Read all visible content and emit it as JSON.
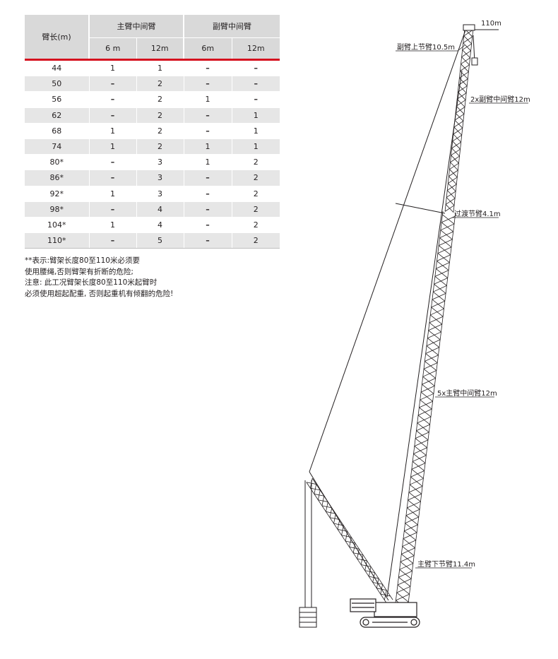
{
  "table": {
    "row_header": "臂长(m)",
    "groups": [
      {
        "label": "主臂中间臂",
        "subs": [
          "6 m",
          "12m"
        ]
      },
      {
        "label": "副臂中间臂",
        "subs": [
          "6m",
          "12m"
        ]
      }
    ],
    "rows": [
      [
        "44",
        "1",
        "1",
        "–",
        "–"
      ],
      [
        "50",
        "–",
        "2",
        "–",
        "–"
      ],
      [
        "56",
        "–",
        "2",
        "1",
        "–"
      ],
      [
        "62",
        "–",
        "2",
        "–",
        "1"
      ],
      [
        "68",
        "1",
        "2",
        "–",
        "1"
      ],
      [
        "74",
        "1",
        "2",
        "1",
        "1"
      ],
      [
        "80*",
        "–",
        "3",
        "1",
        "2"
      ],
      [
        "86*",
        "–",
        "3",
        "–",
        "2"
      ],
      [
        "92*",
        "1",
        "3",
        "–",
        "2"
      ],
      [
        "98*",
        "–",
        "4",
        "–",
        "2"
      ],
      [
        "104*",
        "1",
        "4",
        "–",
        "2"
      ],
      [
        "110*",
        "–",
        "5",
        "–",
        "2"
      ]
    ]
  },
  "notes": [
    "**表示:臂架长度80至110米必须要",
    "使用腰绳,否则臂架有折断的危险;",
    "注意: 此工况臂架长度80至110米起臂时",
    "必须使用超起配重, 否则起重机有倾翻的危险!"
  ],
  "crane": {
    "labels": {
      "top": "110m",
      "jib_top": "副臂上节臂10.5m",
      "jib_mid": "2x副臂中间臂12m",
      "transition": "过渡节臂4.1m",
      "main_mid": "5x主臂中间臂12m",
      "main_bottom": "主臂下节臂11.4m"
    }
  },
  "colors": {
    "header_bg": "#d9d9d9",
    "accent_red": "#d6121f",
    "row_alt": "#e6e6e6",
    "ink": "#231f20"
  }
}
